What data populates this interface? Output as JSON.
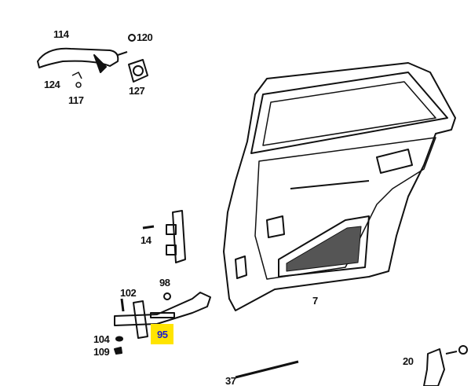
{
  "diagram": {
    "callouts": [
      {
        "id": "114",
        "label": "114"
      },
      {
        "id": "120",
        "label": "120"
      },
      {
        "id": "124",
        "label": "124"
      },
      {
        "id": "117",
        "label": "117"
      },
      {
        "id": "127",
        "label": "127"
      },
      {
        "id": "14",
        "label": "14"
      },
      {
        "id": "98",
        "label": "98"
      },
      {
        "id": "102",
        "label": "102"
      },
      {
        "id": "95",
        "label": "95",
        "highlighted": true
      },
      {
        "id": "104",
        "label": "104"
      },
      {
        "id": "109",
        "label": "109"
      },
      {
        "id": "7",
        "label": "7"
      },
      {
        "id": "37",
        "label": "37"
      },
      {
        "id": "20",
        "label": "20"
      }
    ],
    "highlight_color": "#ffe400",
    "highlight_text_color": "#1a1ad0"
  }
}
